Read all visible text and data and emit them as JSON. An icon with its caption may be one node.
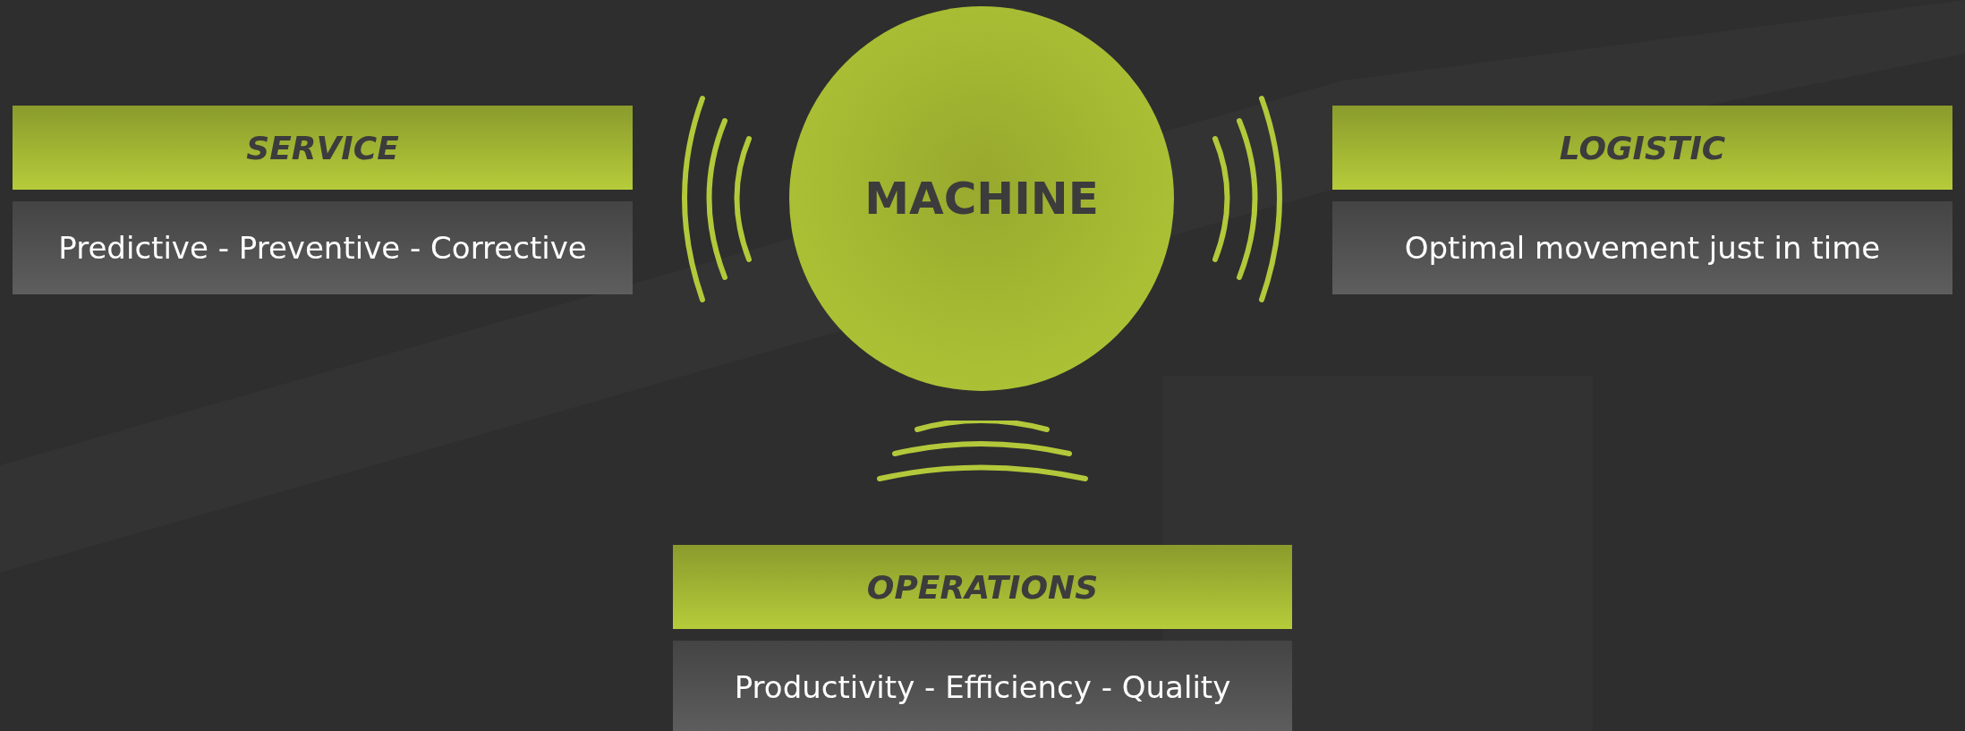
{
  "diagram": {
    "nodes": [
      {
        "text": [
          "MACHINE"
        ]
      },
      {
        "text": [
          "SERVICE",
          "Predictive - Preventive - Corrective"
        ]
      },
      {
        "text": [
          "LOGISTIC",
          "Optimal movement just in time"
        ]
      },
      {
        "text": [
          "OPERATIONS",
          "Productivity - Efficiency - Quality"
        ]
      }
    ]
  }
}
